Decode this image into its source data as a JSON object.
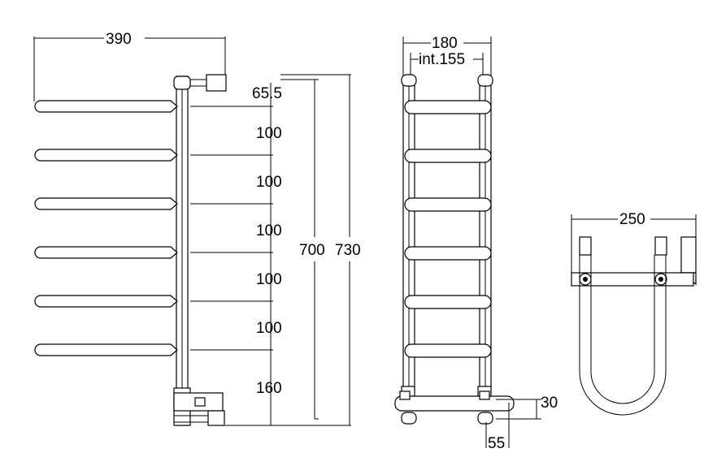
{
  "side_view": {
    "width_label": "390",
    "spacing_labels": [
      "65.5",
      "100",
      "100",
      "100",
      "100",
      "100",
      "160"
    ],
    "height_inner_label": "700",
    "height_total_label": "730"
  },
  "front_view": {
    "width_label": "180",
    "internal_label": "int.155",
    "depth_label": "30",
    "offset_label": "55"
  },
  "top_view": {
    "width_label": "250"
  }
}
